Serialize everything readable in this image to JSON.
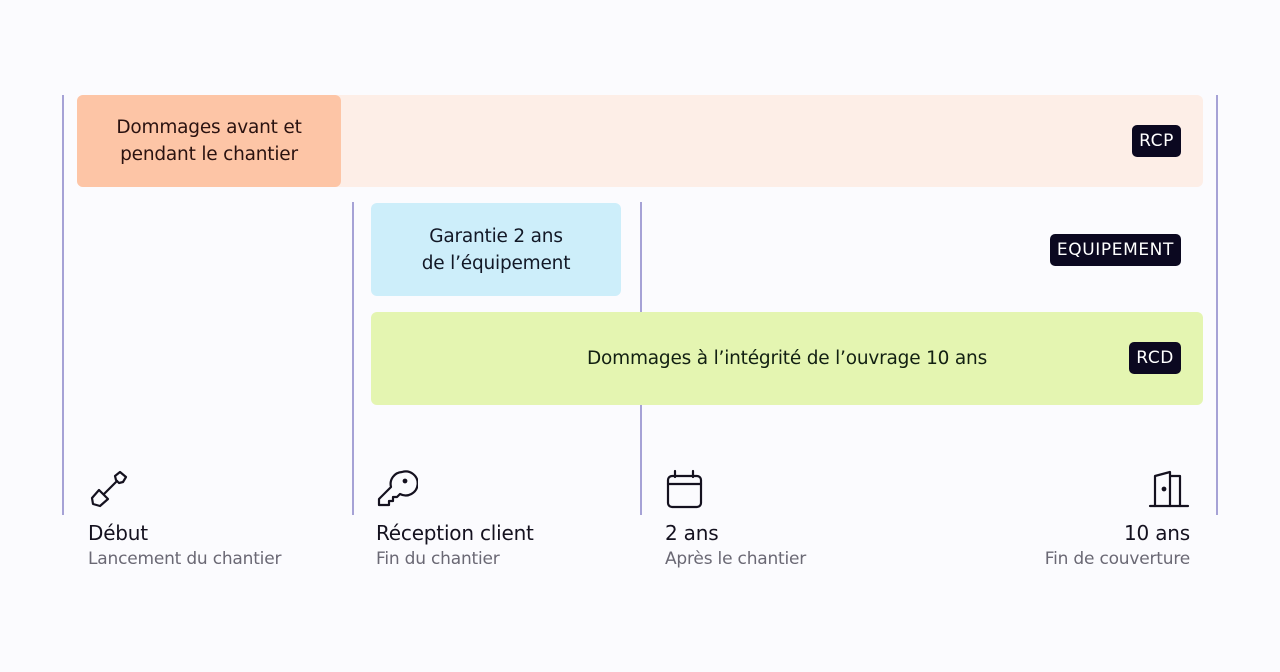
{
  "colors": {
    "rcp_block": "#fdc5a6",
    "rcp_bar": "#fdeee7",
    "equip_block": "#cdeefa",
    "rcd_bar": "#e4f5b1",
    "tag_bg": "#0b0820",
    "timeline_line": "#a6a2d6"
  },
  "rows": {
    "rcp": {
      "label": "Dommages avant et pendant le chantier",
      "label_line1": "Dommages avant et",
      "label_line2": "pendant le chantier",
      "tag": "RCP"
    },
    "equipement": {
      "label_line1": "Garantie 2 ans",
      "label_line2": "de l’équipement",
      "tag": "EQUIPEMENT"
    },
    "rcd": {
      "label": "Dommages à l’intégrité de l’ouvrage 10 ans",
      "tag": "RCD"
    }
  },
  "milestones": [
    {
      "icon": "shovel-icon",
      "title": "Début",
      "subtitle": "Lancement du chantier"
    },
    {
      "icon": "key-icon",
      "title": "Réception client",
      "subtitle": "Fin du chantier"
    },
    {
      "icon": "calendar-icon",
      "title": "2 ans",
      "subtitle": "Après le chantier"
    },
    {
      "icon": "door-icon",
      "title": "10 ans",
      "subtitle": "Fin de couverture"
    }
  ]
}
